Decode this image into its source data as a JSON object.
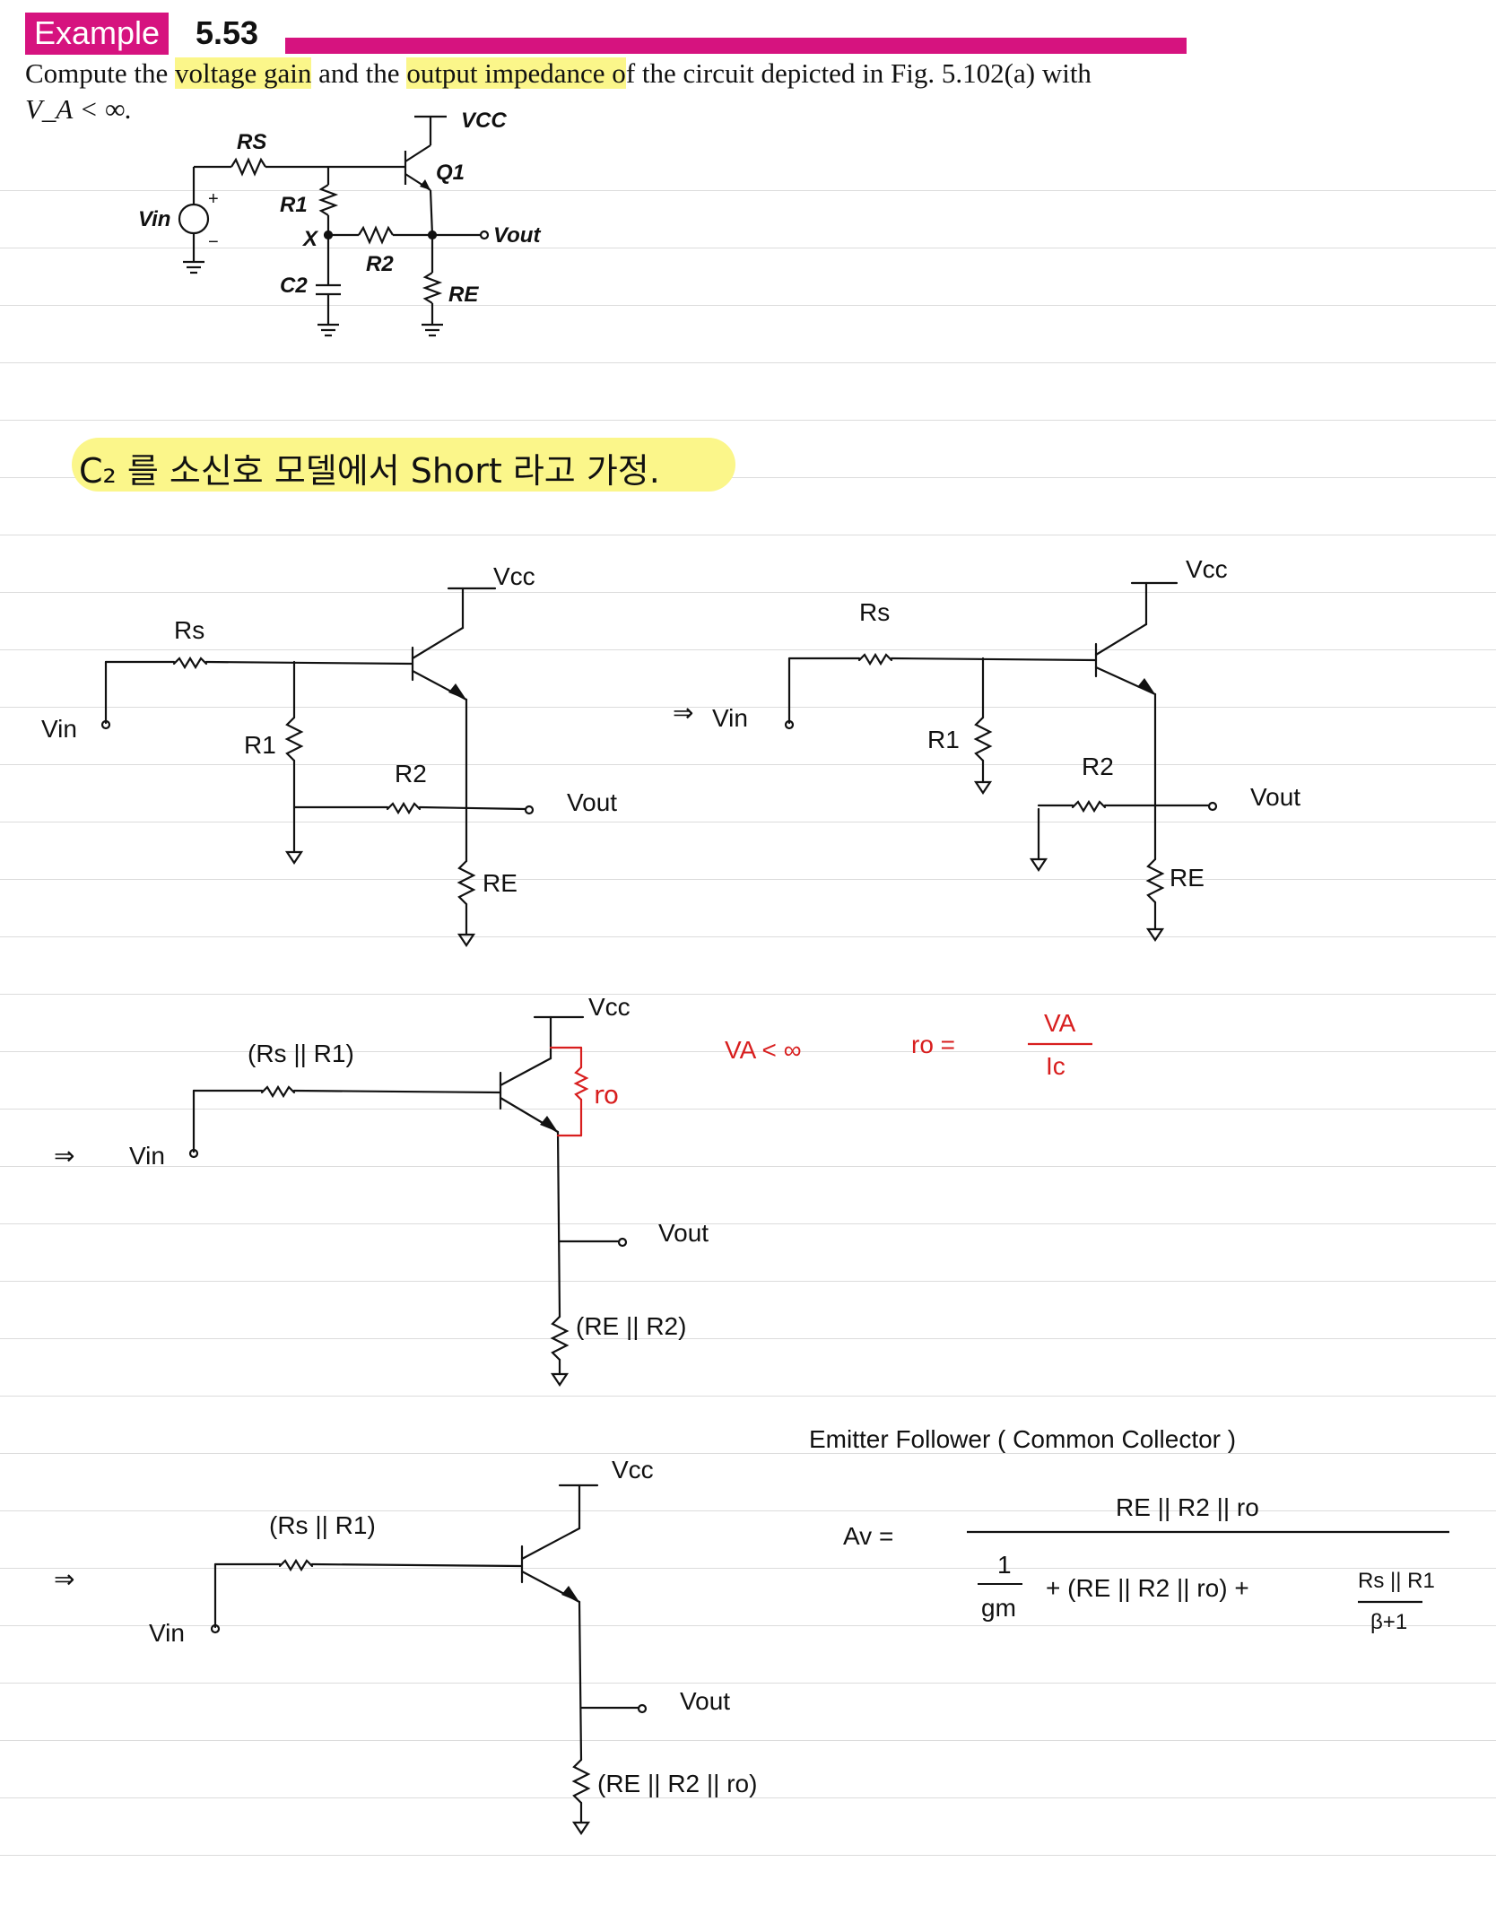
{
  "header": {
    "label": "Example",
    "number": "5.53",
    "accent_color": "#d6137f",
    "highlight_color": "#fbf68a"
  },
  "problem": {
    "text_1": "Compute the ",
    "highlight_1": "voltage gain",
    "text_2": " and the ",
    "highlight_2": "output impedance o",
    "text_3": "f the circuit depicted in Fig. 5.102(a) with",
    "condition": "V_A < ∞."
  },
  "figure_labels": {
    "vcc": "VCC",
    "rs": "RS",
    "q1": "Q1",
    "r1": "R1",
    "vin": "Vin",
    "x": "X",
    "r2": "R2",
    "vout": "Vout",
    "c2": "C2",
    "re": "RE",
    "plus": "+",
    "minus": "−"
  },
  "note": "C₂ 를 소신호 모델에서 Short 라고 가정.",
  "step1": {
    "vcc": "Vcc",
    "rs": "Rs",
    "r1": "R1",
    "r2": "R2",
    "vin": "Vin",
    "vout": "Vout",
    "re": "RE"
  },
  "step2": {
    "arrow": "⇒",
    "vcc": "Vcc",
    "rs": "Rs",
    "r1": "R1",
    "r2": "R2",
    "vin": "Vin",
    "vout": "Vout",
    "re": "RE"
  },
  "step3": {
    "arrow": "⇒",
    "vcc": "Vcc",
    "rs_r1": "(Rs || R1)",
    "ro": "ro",
    "vin": "Vin",
    "vout": "Vout",
    "re_r2": "(RE || R2)"
  },
  "ro_note": {
    "va_cond": "VA < ∞",
    "ro_def_lhs": "ro =",
    "ro_num": "VA",
    "ro_den": "Ic",
    "color": "#d81e1e"
  },
  "step4": {
    "arrow": "⇒",
    "vcc": "Vcc",
    "rs_r1": "(Rs || R1)",
    "vin": "Vin",
    "vout": "Vout",
    "load": "(RE || R2 || ro)"
  },
  "result": {
    "title": "Emitter Follower ( Common Collector )",
    "av": "Av =",
    "numerator": "RE || R2 || ro",
    "den_one": "1",
    "den_gm": "gm",
    "den_mid": "+ (RE || R2 || ro) +",
    "den_frac_num": "Rs || R1",
    "den_frac_den": "β+1"
  }
}
